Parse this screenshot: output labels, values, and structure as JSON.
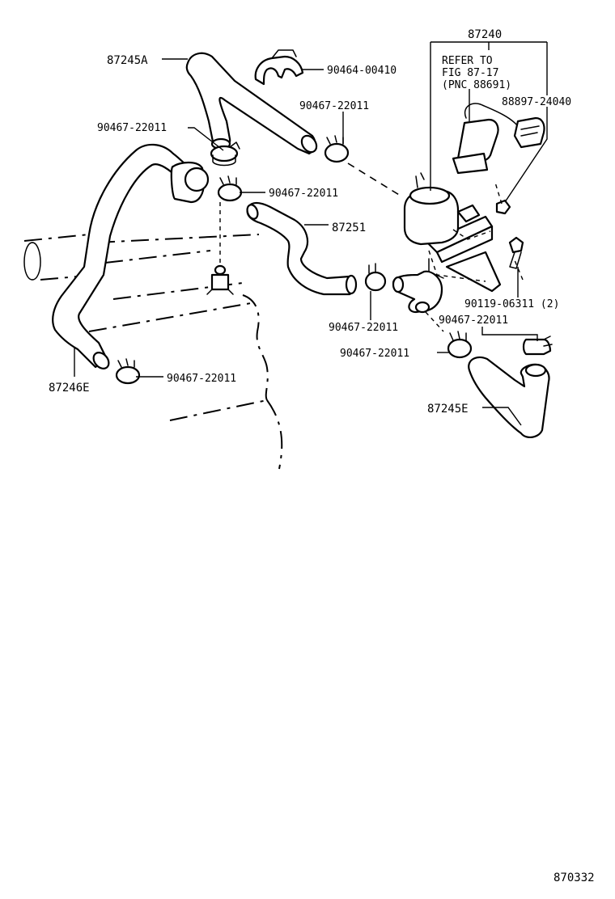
{
  "labels": {
    "valve_assy": "87240",
    "refer_line1": "REFER TO",
    "refer_line2": "FIG 87-17",
    "refer_line3": "(PNC 88691)",
    "connector": "88897-24040",
    "hose_a": "87245A",
    "hose_e_upper": "87245E",
    "hose_left": "87246E",
    "hose_mid": "87251",
    "clip": "90464-00410",
    "clamp_1": "90467-22011",
    "clamp_2": "90467-22011",
    "clamp_3": "90467-22011",
    "clamp_4": "90467-22011",
    "clamp_5": "90467-22011",
    "clamp_6": "90467-22011",
    "clamp_7": "90467-22011",
    "bolt": "90119-06311 (2)",
    "figure_number": "870332"
  }
}
